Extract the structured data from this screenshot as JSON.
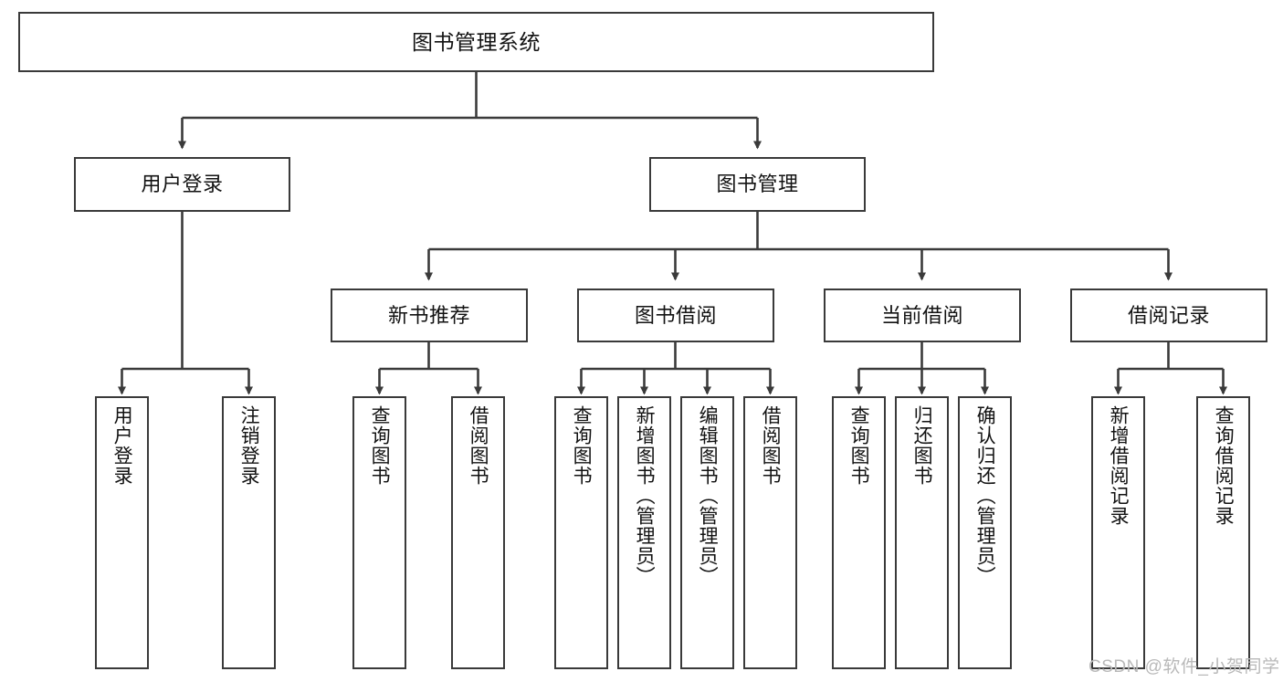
{
  "diagram": {
    "title": "图书管理系统",
    "type": "tree-hierarchy-diagram",
    "colors": {
      "box_border": "#3a3a3a",
      "box_fill": "#ffffff",
      "connector": "#3a3a3a",
      "text": "#121212",
      "watermark": "#b9b9b9",
      "background": "#ffffff"
    },
    "root": {
      "label": "图书管理系统"
    },
    "level2": [
      {
        "label": "用户登录"
      },
      {
        "label": "图书管理"
      }
    ],
    "level3": [
      {
        "label": "新书推荐"
      },
      {
        "label": "图书借阅"
      },
      {
        "label": "当前借阅"
      },
      {
        "label": "借阅记录"
      }
    ],
    "leaves": {
      "user_login": [
        {
          "label": "用户登录"
        },
        {
          "label": "注销登录"
        }
      ],
      "new_book_recommend": [
        {
          "label": "查询图书"
        },
        {
          "label": "借阅图书"
        }
      ],
      "book_borrow": [
        {
          "label": "查询图书"
        },
        {
          "label": "新增图书（管理员）"
        },
        {
          "label": "编辑图书（管理员）"
        },
        {
          "label": "借阅图书"
        }
      ],
      "current_borrow": [
        {
          "label": "查询图书"
        },
        {
          "label": "归还图书"
        },
        {
          "label": "确认归还（管理员）"
        }
      ],
      "borrow_record": [
        {
          "label": "新增借阅记录"
        },
        {
          "label": "查询借阅记录"
        }
      ]
    }
  },
  "watermark": {
    "text": "CSDN @软件_小贺同学"
  }
}
